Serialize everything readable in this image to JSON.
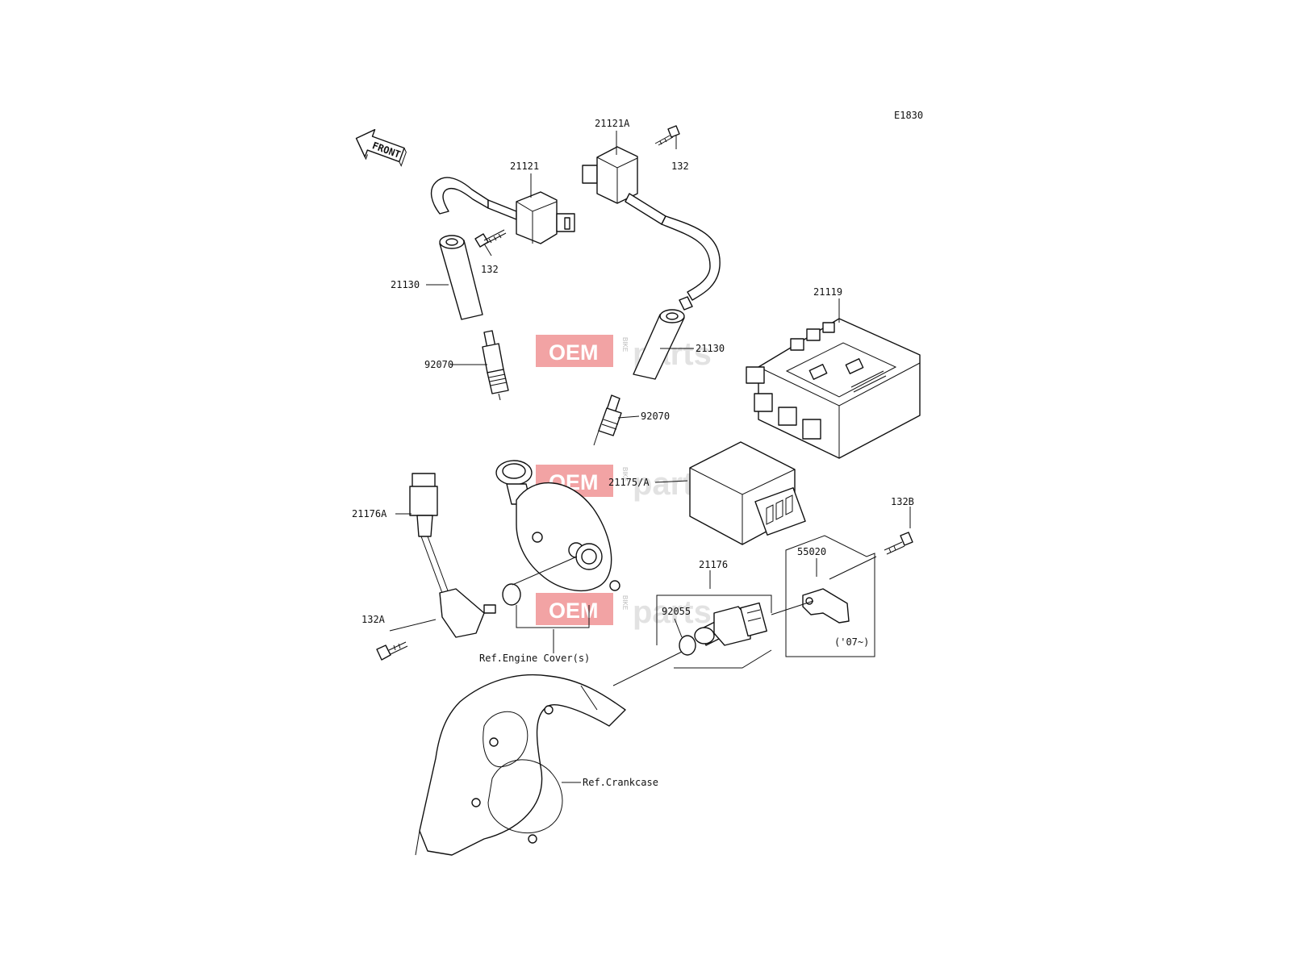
{
  "diagram": {
    "code": "E1830",
    "front_label": "FRONT",
    "date_note": "('07~)",
    "watermark": {
      "brand": "OEM",
      "sub": "BIKE",
      "parts": "parts"
    },
    "labels": {
      "coil_top": "21121A",
      "coil_left": "21121",
      "bolt_top": "132",
      "bolt_left": "132",
      "cap_left": "21130",
      "cap_right": "21130",
      "plug_left": "92070",
      "plug_right": "92070",
      "ecu": "21119",
      "igniter": "21175/A",
      "sensor_lead": "21176A",
      "bolt_a": "132A",
      "bolt_b": "132B",
      "bracket": "55020",
      "sensor": "21176",
      "oring": "92055",
      "ref_cover": "Ref.Engine Cover(s)",
      "ref_crankcase": "Ref.Crankcase"
    }
  }
}
